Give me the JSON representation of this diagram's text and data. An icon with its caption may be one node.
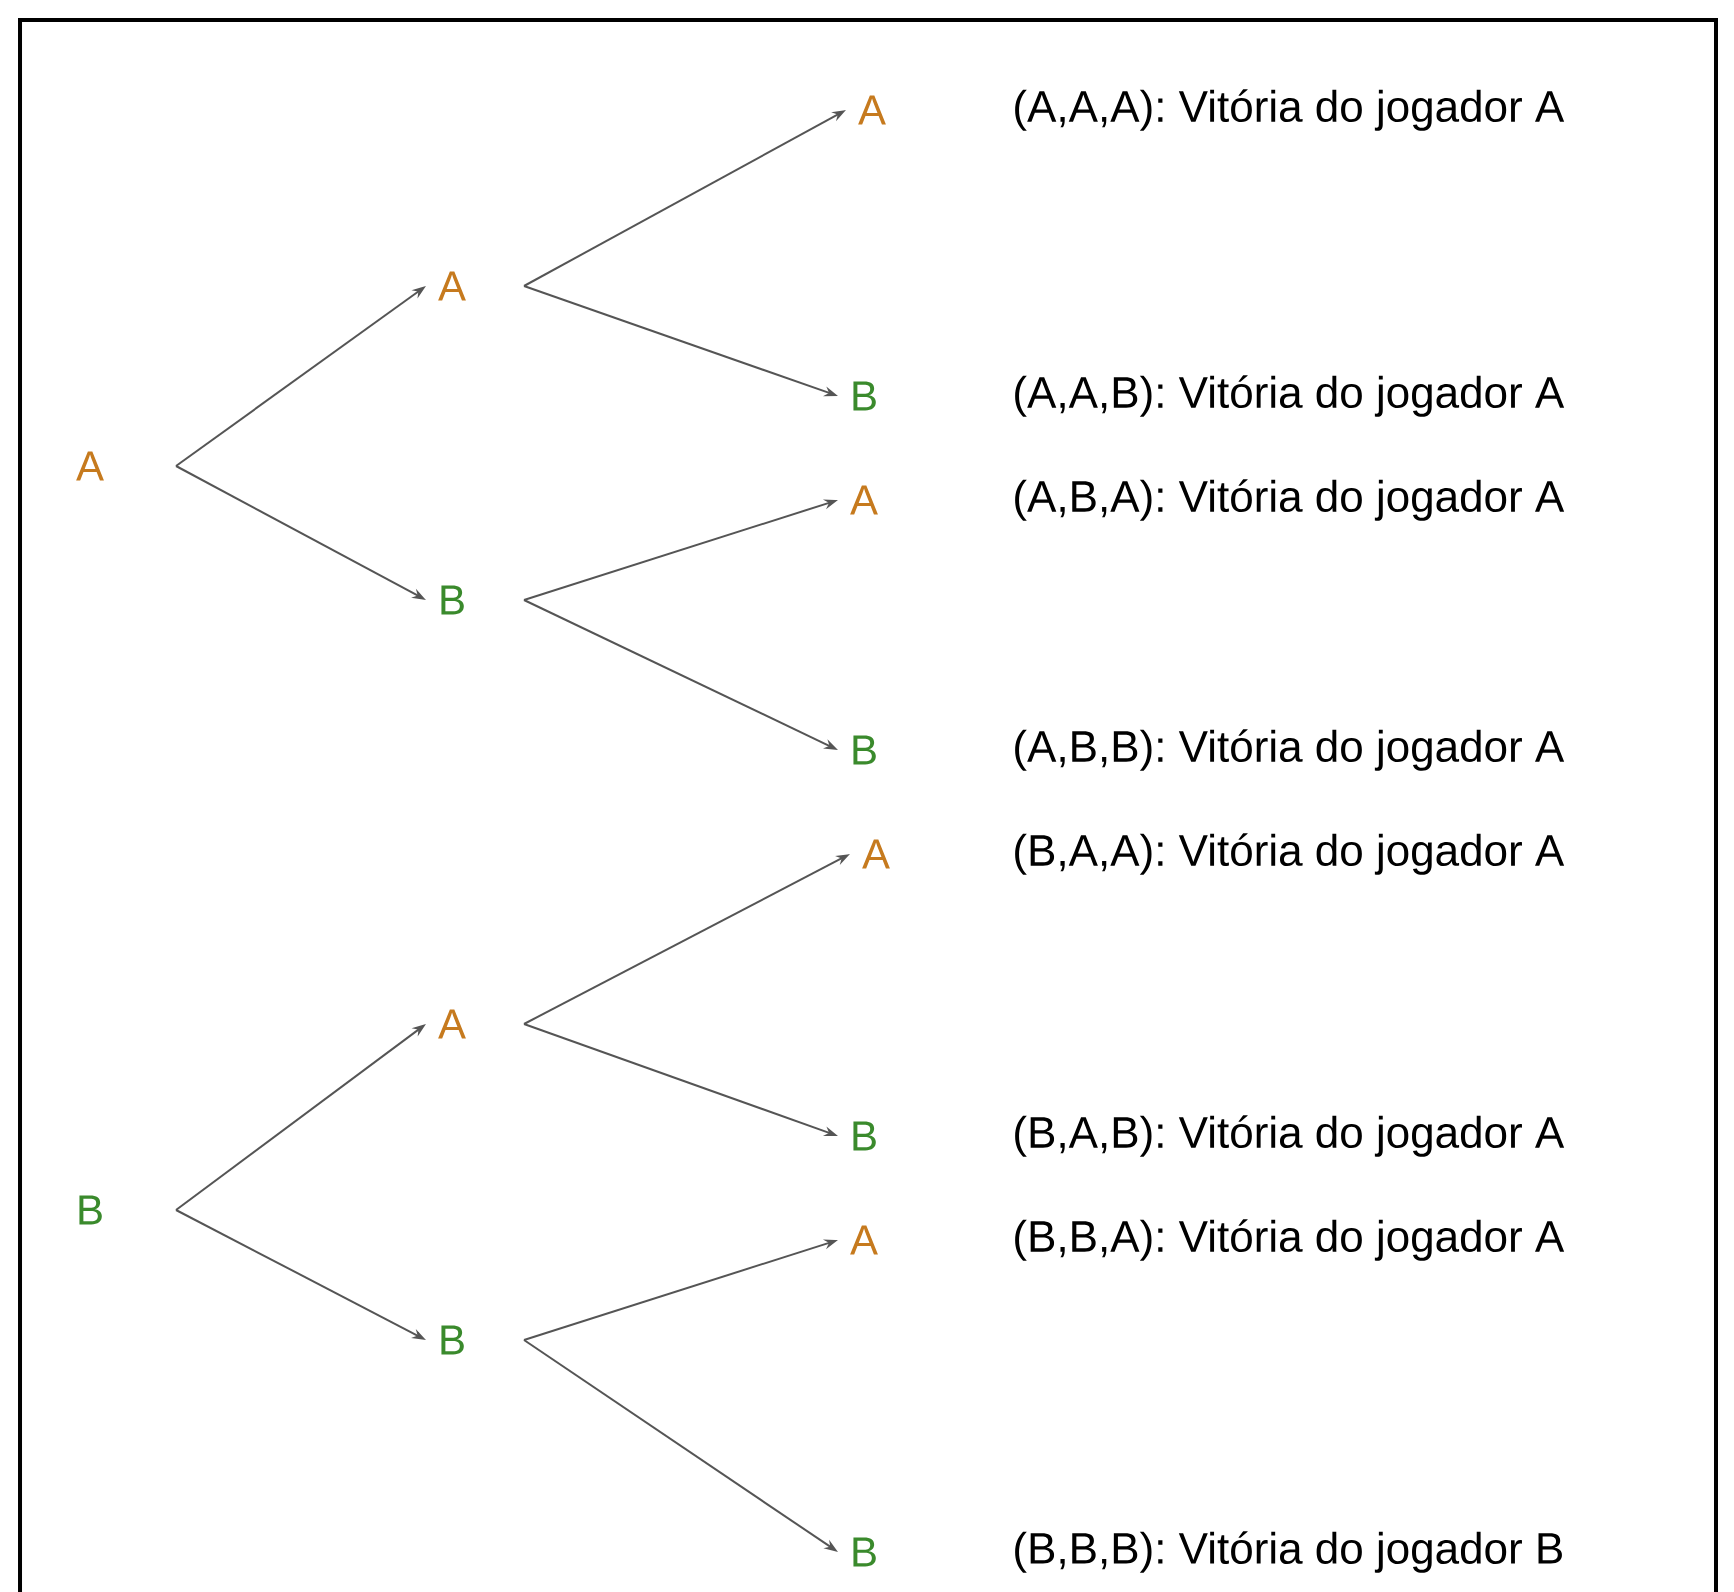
{
  "diagram": {
    "nodes": [
      {
        "text": [
          "A"
        ]
      },
      {
        "text": [
          "A"
        ]
      },
      {
        "text": [
          "B"
        ]
      },
      {
        "text": [
          "A"
        ],
        "beside": [
          "(A,A,A): Vitória do jogador A"
        ]
      },
      {
        "text": [
          "B"
        ],
        "beside": [
          "(A,A,B): Vitória do jogador A"
        ]
      },
      {
        "text": [
          "A"
        ],
        "beside": [
          "(A,B,A): Vitória do jogador A"
        ]
      },
      {
        "text": [
          "B"
        ],
        "beside": [
          "(A,B,B): Vitória do jogador A"
        ]
      },
      {
        "text": [
          "B"
        ]
      },
      {
        "text": [
          "A"
        ]
      },
      {
        "text": [
          "B"
        ]
      },
      {
        "text": [
          "A"
        ],
        "beside": [
          "(B,A,A): Vitória do jogador A"
        ]
      },
      {
        "text": [
          "B"
        ],
        "beside": [
          "(B,A,B): Vitória do jogador A"
        ]
      },
      {
        "text": [
          "A"
        ],
        "beside": [
          "(B,B,A): Vitória do jogador A"
        ]
      },
      {
        "text": [
          "B"
        ],
        "beside": [
          "(B,B,B): Vitória do jogador B"
        ]
      }
    ],
    "edges": [
      {
        "from": 0,
        "to": 1,
        "arrow": "to"
      },
      {
        "from": 0,
        "to": 2,
        "arrow": "to"
      },
      {
        "from": 1,
        "to": 3,
        "arrow": "to"
      },
      {
        "from": 1,
        "to": 4,
        "arrow": "to"
      },
      {
        "from": 2,
        "to": 5,
        "arrow": "to"
      },
      {
        "from": 2,
        "to": 6,
        "arrow": "to"
      },
      {
        "from": 7,
        "to": 8,
        "arrow": "to"
      },
      {
        "from": 7,
        "to": 9,
        "arrow": "to"
      },
      {
        "from": 8,
        "to": 10,
        "arrow": "to"
      },
      {
        "from": 8,
        "to": 11,
        "arrow": "to"
      },
      {
        "from": 9,
        "to": 12,
        "arrow": "to"
      },
      {
        "from": 9,
        "to": 13,
        "arrow": "to"
      }
    ]
  }
}
